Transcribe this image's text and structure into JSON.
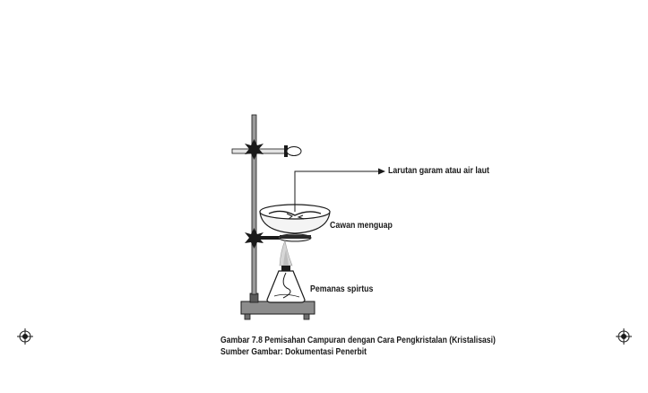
{
  "labels": {
    "salt_solution": "Larutan garam atau air laut",
    "evaporating_dish": "Cawan menguap",
    "spirit_burner": "Pemanas spirtus"
  },
  "caption": {
    "title": "Gambar 7.8 Pemisahan Campuran dengan Cara Pengkristalan (Kristalisasi)",
    "source": "Sumber Gambar: Dokumentasi Penerbit"
  },
  "colors": {
    "ink": "#1a1a1a",
    "rod": "#6e6e6e",
    "base": "#8c8c8c",
    "flame": "#cfcfcf"
  },
  "icons": [
    "registration-mark-icon"
  ]
}
